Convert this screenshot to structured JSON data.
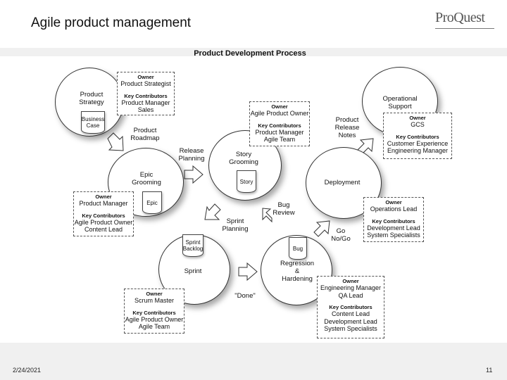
{
  "slide": {
    "title": "Agile product management",
    "logo_text": "ProQuest",
    "date": "2/24/2021",
    "page_number": "11"
  },
  "diagram": {
    "title": "Product Development Process",
    "nodes": {
      "product_strategy": "Product\nStrategy",
      "epic_grooming": "Epic\nGrooming",
      "sprint": "Sprint",
      "story_grooming": "Story\nGrooming",
      "regression": "Regression\n&\nHardening",
      "deployment": "Deployment",
      "operational_support": "Operational\nSupport"
    },
    "docs": {
      "business_case": "Business\nCase",
      "epic": "Epic",
      "sprint_backlog": "Sprint\nBacklog",
      "story": "Story",
      "bug": "Bug"
    },
    "transitions": {
      "product_roadmap": "Product\nRoadmap",
      "release_planning": "Release\nPlanning",
      "sprint_planning": "Sprint\nPlanning",
      "bug_review": "Bug\nReview",
      "done": "\"Done\"",
      "go_nogo": "Go\nNo/Go",
      "release_notes": "Product\nRelease\nNotes"
    },
    "owner_heading": "Owner",
    "contrib_heading": "Key Contributors",
    "roles": {
      "strategy": {
        "owner": "Product Strategist",
        "contributors": "Product Manager\nSales"
      },
      "epic": {
        "owner": "Product Manager",
        "contributors": "Agile Product Owner\nContent Lead"
      },
      "sprint": {
        "owner": "Scrum Master",
        "contributors": "Agile Product Owner\nAgile Team"
      },
      "story": {
        "owner": "Agile Product Owner",
        "contributors": "Product Manager\nAgile Team"
      },
      "regression": {
        "owner": "Engineering Manager\nQA Lead",
        "contributors": "Content Lead\nDevelopment Lead\nSystem Specialists"
      },
      "deployment": {
        "owner": "Operations Lead",
        "contributors": "Development Lead\nSystem Specialists"
      },
      "support": {
        "owner": "GCS",
        "contributors": "Customer Experience\nEngineering Manager"
      }
    }
  }
}
